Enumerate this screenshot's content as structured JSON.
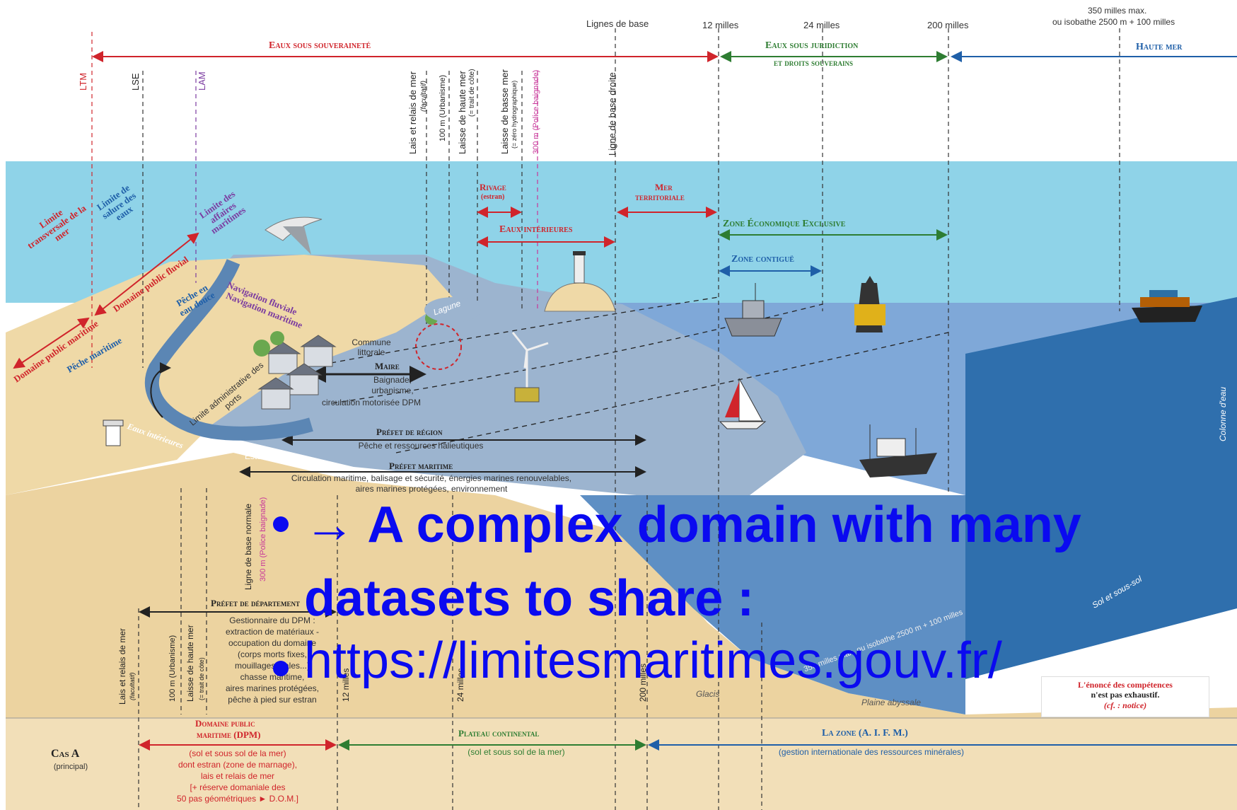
{
  "top_scale": {
    "lignes_de_base": "Lignes de base",
    "m12": "12 milles",
    "m24": "24 milles",
    "m200": "200 milles",
    "m350": "350 milles max.",
    "m350_sub": "ou isobathe 2500 m + 100 milles"
  },
  "zones_top": {
    "souverainete": "Eaux sous souveraineté",
    "juridiction": "Eaux sous juridiction",
    "juridiction2": "et droits souverains",
    "haute_mer": "Haute mer"
  },
  "vertical_top": {
    "ltm": "LTM",
    "lse": "LSE",
    "lam": "LAM",
    "lais": "Lais et relais de mer",
    "lais_sub": "(facultatif)",
    "m100": "100 m (Urbanisme)",
    "laisse_haute": "Laisse de haute mer",
    "laisse_haute_sub": "(= trait de côte)",
    "laisse_basse": "Laisse de basse mer",
    "laisse_basse_sub": "(= zéro hydrographique)",
    "m300": "300 m (Police baignade)",
    "ligne_droite": "Ligne de base droite"
  },
  "sea_labels": {
    "rivage": "Rivage",
    "rivage_sub": "(estran)",
    "mer_terr": "Mer",
    "mer_terr2": "territoriale",
    "eaux_int": "Eaux intérieures",
    "zee": "Zone Économique Exclusive",
    "contigue": "Zone contiguë"
  },
  "land_labels": {
    "ltm": "Limite transversale de la mer",
    "lse": "Limite de salure des eaux",
    "lam": "Limite des affaires maritimes",
    "dp_fluvial": "Domaine public fluvial",
    "dp_maritime": "Domaine public maritime",
    "peche_maritime": "Pêche maritime",
    "peche_douce": "Pêche en eau douce",
    "nav_fluviale": "Navigation fluviale",
    "nav_maritime": "Navigation maritime",
    "lagune": "Lagune",
    "commune": "Commune littorale",
    "maire": "Maire",
    "maire_sub1": "Baignade,",
    "maire_sub2": "urbanisme,",
    "maire_sub3": "circulation motorisée DPM",
    "limite_admin": "Limite administrative des ports",
    "eaux_int": "Eaux intérieures",
    "estuaire": "Estuaire",
    "colonne": "Colonne d'eau",
    "sol": "Sol et sous-sol",
    "glacis": "Glacis",
    "plaine": "Plaine abyssale",
    "isobathe": "350 milles max. ou isobathe 2500 m + 100 milles"
  },
  "prefets": {
    "region": "Préfet de région",
    "region_sub": "Pêche et ressources halieutiques",
    "maritime": "Préfet maritime",
    "maritime_sub1": "Circulation maritime, balisage et sécurité, énergies marines renouvelables,",
    "maritime_sub2": "aires marines protégées, environnement",
    "departement": "Préfet de département",
    "dep_sub1": "Gestionnaire du DPM :",
    "dep_sub2": "extraction de matériaux -",
    "dep_sub3": "occupation du domaine",
    "dep_sub4": "(corps morts fixes,",
    "dep_sub5": "mouillages, cales...)",
    "dep_sub6": "chasse maritime,",
    "dep_sub7": "aires marines protégées,",
    "dep_sub8": "pêche à pied sur estran"
  },
  "lower_verticals": {
    "ligne_normale": "Ligne de base normale",
    "m300": "300 m (Police baignade)",
    "lais": "Lais et relais de mer",
    "lais_sub": "(facultatif)",
    "m100": "100 m (Urbanisme)",
    "laisse": "Laisse de haute mer",
    "laisse_sub": "(= trait de côte)",
    "m12": "12 milles",
    "m24": "24 milles",
    "m200": "200 milles"
  },
  "bottom": {
    "cas": "Cas A",
    "cas_sub": "(principal)",
    "dpm": "Domaine public",
    "dpm2": "maritime (DPM)",
    "dpm_sub1": "(sol et sous sol de la mer)",
    "dpm_sub2": "dont estran (zone de marnage),",
    "dpm_sub3": "lais et relais de mer",
    "dpm_sub4": "[+ réserve domaniale des",
    "dpm_sub5": "50 pas géométriques ► D.O.M.]",
    "plateau": "Plateau continental",
    "plateau_sub": "(sol et sous sol de la mer)",
    "aifm": "La zone (A. I. F. M.)",
    "aifm_sub": "(gestion internationale des ressources minérales)"
  },
  "legend": {
    "line1": "L'énoncé des compétences",
    "line2": "n'est pas exhaustif.",
    "line3": "(cf. : notice)"
  },
  "overlay": {
    "bullet1_line1": "→ A complex domain with many",
    "bullet1_line2": "datasets to share :",
    "bullet2": "https://limitesmaritimes.gouv.fr/"
  }
}
